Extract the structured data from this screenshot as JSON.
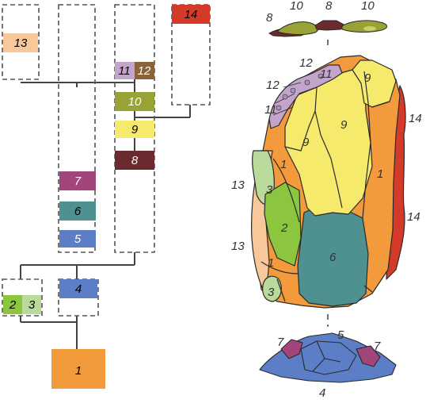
{
  "colors": {
    "c1": "#F39A3C",
    "c2": "#8CC63F",
    "c3": "#B9DA9A",
    "c4": "#5B7EC6",
    "c5": "#5B7EC6",
    "c6": "#4E9190",
    "c7": "#A2457A",
    "c8": "#6B2A2E",
    "c9": "#F5EA6B",
    "c10": "#98A235",
    "c11": "#C3A5CC",
    "c12": "#8C6238",
    "c13": "#F8C89A",
    "c14": "#D43A2A",
    "dashed": "#555555",
    "line": "#444444"
  },
  "diagram": {
    "boxes": [
      {
        "label": "13",
        "color": "c13"
      },
      {
        "label": "11",
        "color": "c11"
      },
      {
        "label": "12",
        "color": "c12"
      },
      {
        "label": "10",
        "color": "c10"
      },
      {
        "label": "9",
        "color": "c9"
      },
      {
        "label": "8",
        "color": "c8"
      },
      {
        "label": "14",
        "color": "c14"
      },
      {
        "label": "7",
        "color": "c7"
      },
      {
        "label": "6",
        "color": "c6"
      },
      {
        "label": "5",
        "color": "c5"
      },
      {
        "label": "4",
        "color": "c4"
      },
      {
        "label": "2",
        "color": "c2"
      },
      {
        "label": "3",
        "color": "c3"
      },
      {
        "label": "1",
        "color": "c1"
      }
    ],
    "artifact_labels": {
      "top": [
        "8",
        "10",
        "8",
        "10"
      ],
      "face": [
        "12",
        "11",
        "9",
        "12",
        "11",
        "9",
        "9",
        "14",
        "1",
        "1",
        "13",
        "3",
        "2",
        "14",
        "13",
        "1",
        "6",
        "3"
      ],
      "bottom": [
        "7",
        "5",
        "7",
        "4"
      ]
    }
  }
}
